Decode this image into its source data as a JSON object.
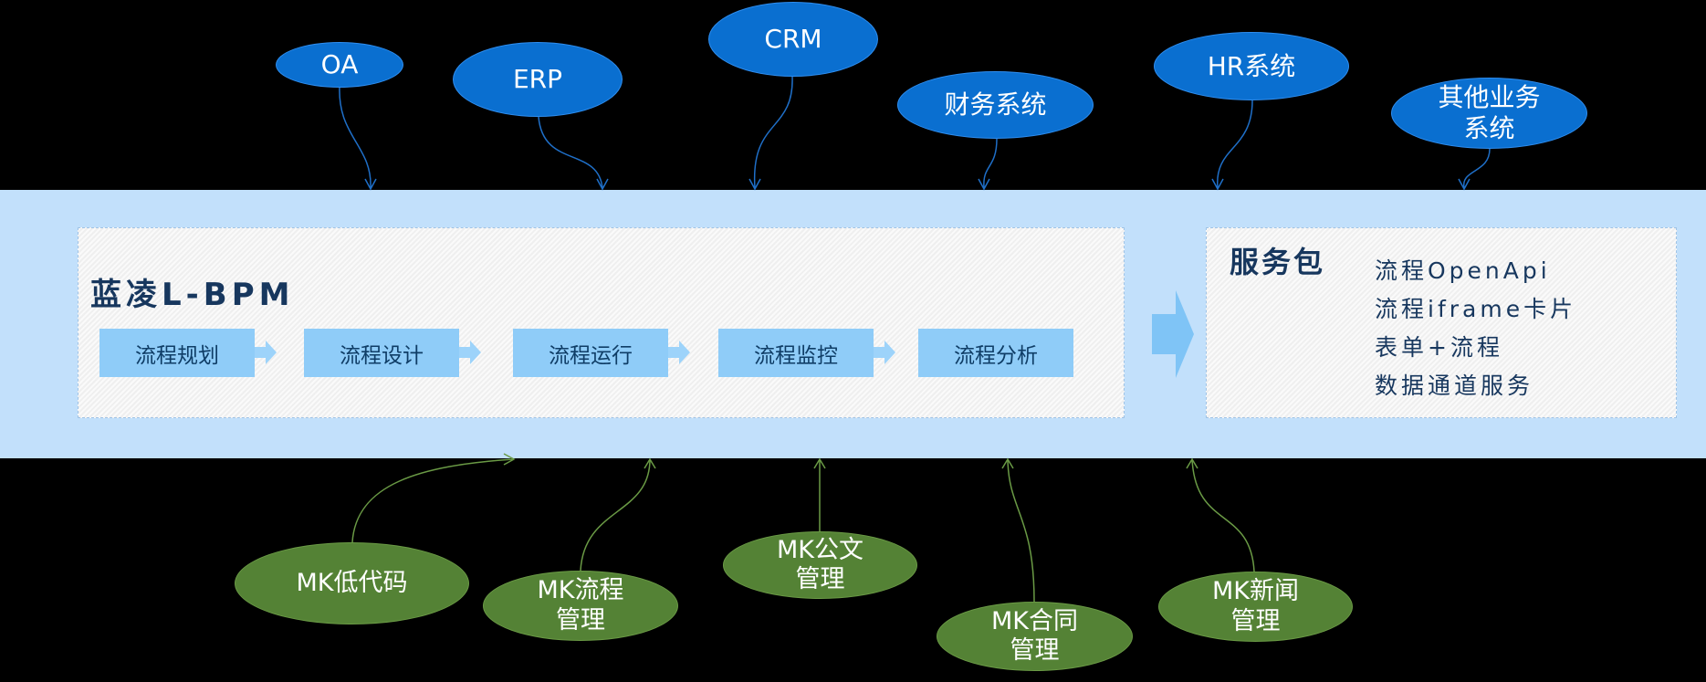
{
  "top_systems": [
    "OA",
    "ERP",
    "CRM",
    "财务系统",
    "HR系统",
    "其他业务\n系统"
  ],
  "main_title": "蓝凌L-BPM",
  "steps": [
    "流程规划",
    "流程设计",
    "流程运行",
    "流程监控",
    "流程分析"
  ],
  "service_pack": {
    "title": "服务包",
    "items": [
      "流程OpenApi",
      "流程iframe卡片",
      "表单+流程",
      "数据通道服务"
    ]
  },
  "bottom_modules": [
    "MK低代码",
    "MK流程\n管理",
    "MK公文\n管理",
    "MK合同\n管理",
    "MK新闻\n管理"
  ],
  "colors": {
    "background": "#000000",
    "band": "#c2e0fb",
    "top_node": "#0a6fd0",
    "bottom_node": "#548235",
    "step_box": "#8fccf8",
    "arrow": "#7fc4f6",
    "title_text": "#17375e"
  }
}
